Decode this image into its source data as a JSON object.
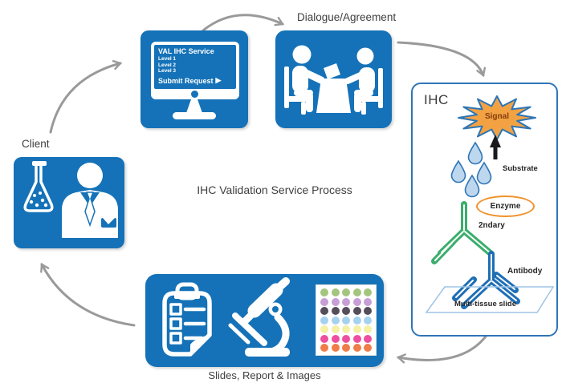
{
  "title": "IHC Validation Service Process",
  "client": {
    "label": "Client"
  },
  "portal": {
    "screen_title": "VAL IHC Service",
    "levels": [
      "Level 1",
      "Level 2",
      "Level 3"
    ],
    "submit_label": "Submit Request"
  },
  "dialogue": {
    "label": "Dialogue/Agreement"
  },
  "results": {
    "label": "Slides, Report & Images"
  },
  "ihc_panel": {
    "title": "IHC",
    "signal_label": "Signal",
    "substrate_label": "Substrate",
    "enzyme_label": "Enzyme",
    "secondary_label": "2ndary",
    "antibody_label": "Antibody",
    "slide_label": "Multi-tissue slide"
  },
  "icons": {
    "play_arrow": "▶"
  },
  "dot_grid": {
    "rows": 7,
    "cols": 5,
    "row_colors": [
      "#A4C57E",
      "#C79FD6",
      "#564D5B",
      "#A6D2F0",
      "#F4F0A4",
      "#EC4FA0",
      "#EF7D4A"
    ]
  },
  "colors": {
    "box_blue": "#1572B8",
    "panel_border_blue": "#2E75B6",
    "arrow_gray": "#9A9A9A",
    "text_dark": "#3F3F3F",
    "starburst_fill": "#F2A243",
    "starburst_stroke": "#2E75B6",
    "signal_text": "#843C0C",
    "droplet_fill": "#BDD7EE",
    "enzyme_ring": "#F0922B",
    "secondary_green": "#3BAE6C",
    "antibody_blue": "#1F6FB5",
    "slide_outline": "#9DC3E6"
  }
}
